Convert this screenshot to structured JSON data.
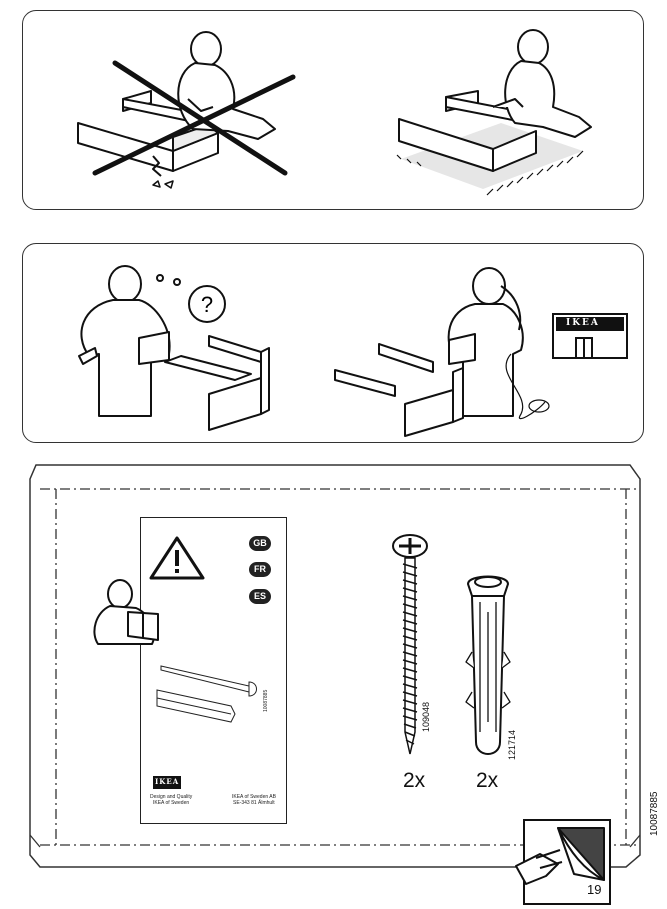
{
  "store_sign": {
    "logo_text": "IKEA"
  },
  "leaflet": {
    "languages": [
      "GB",
      "FR",
      "ES"
    ],
    "logo_text": "IKEA",
    "brand_line1": "Design and Quality",
    "brand_line2": "IKEA of Sweden",
    "address_line1": "IKEA of Sweden AB",
    "address_line2": "SE-343 81 Älmhult",
    "code": "10087885"
  },
  "parts": [
    {
      "code": "109048",
      "quantity": "2x",
      "icon": "screw-icon"
    },
    {
      "code": "121714",
      "quantity": "2x",
      "icon": "wall-plug-icon"
    }
  ],
  "footer": {
    "doc_number": "10087885",
    "page_number": "19"
  }
}
